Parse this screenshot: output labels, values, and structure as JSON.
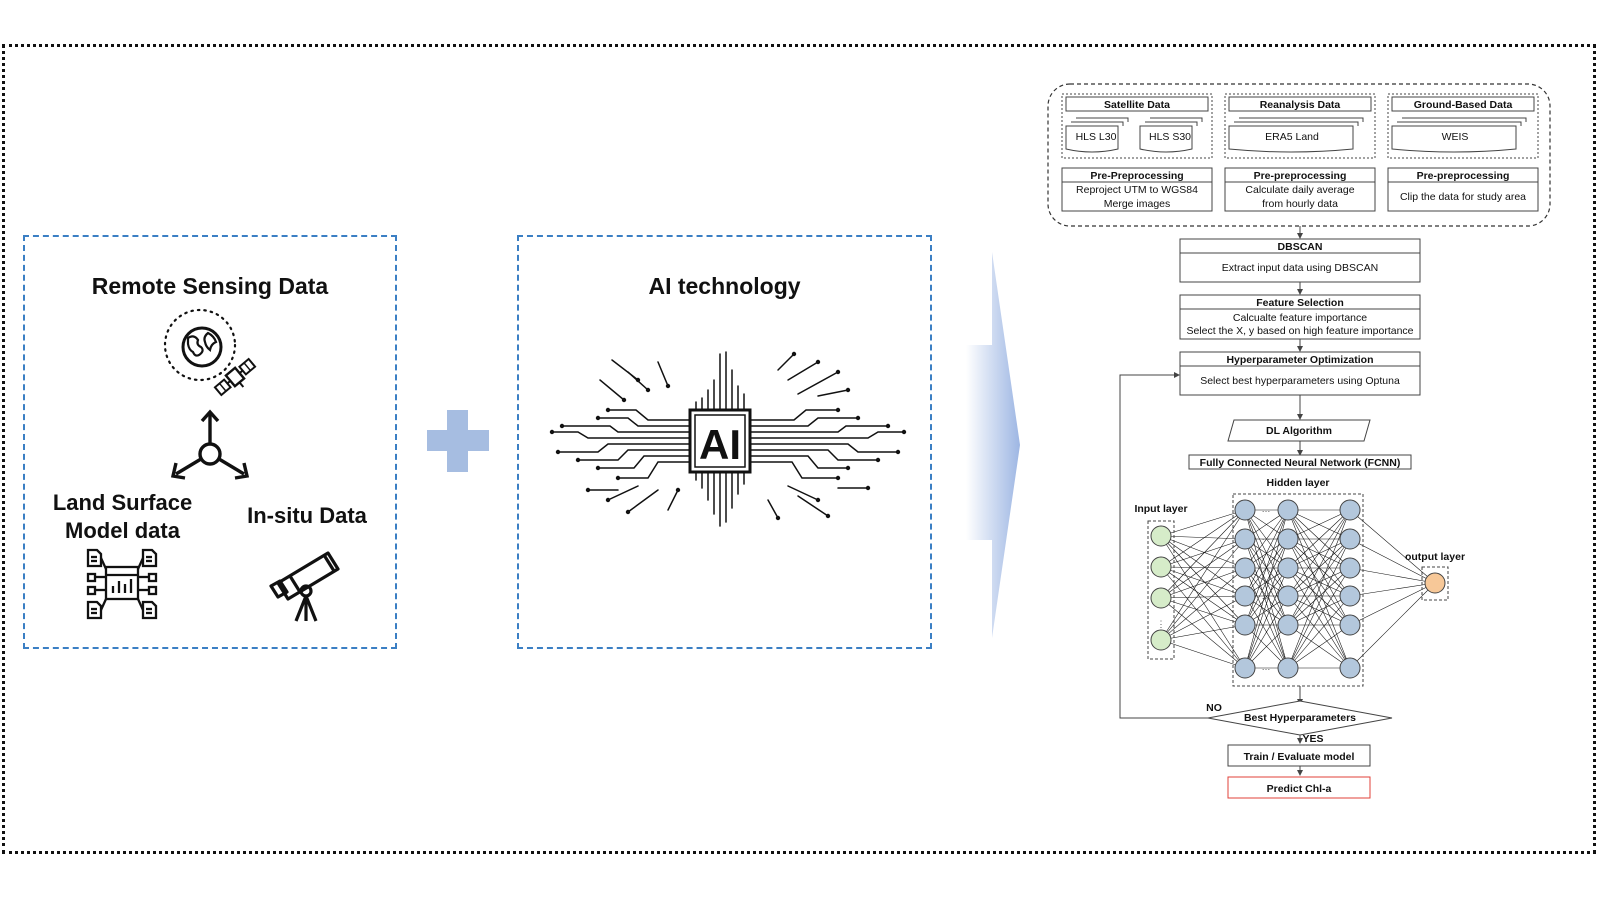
{
  "left_panel": {
    "title": "Remote Sensing Data",
    "land_surface_label": "Land Surface\nModel data",
    "insitu_label": "In-situ Data"
  },
  "middle_panel": {
    "title": "AI technology",
    "chip_label": "AI"
  },
  "workflow": {
    "sources": [
      {
        "header": "Satellite Data",
        "items": [
          "HLS L30",
          "HLS S30"
        ],
        "prep_title": "Pre-Preprocessing",
        "prep_lines": [
          "Reproject UTM to WGS84",
          "Merge images"
        ]
      },
      {
        "header": "Reanalysis Data",
        "items": [
          "ERA5 Land"
        ],
        "prep_title": "Pre-preprocessing",
        "prep_lines": [
          "Calculate daily average",
          "from hourly data"
        ]
      },
      {
        "header": "Ground-Based Data",
        "items": [
          "WEIS"
        ],
        "prep_title": "Pre-preprocessing",
        "prep_lines": [
          "Clip the data for study area"
        ]
      }
    ],
    "dbscan_title": "DBSCAN",
    "dbscan_text": "Extract input data using DBSCAN",
    "feature_title": "Feature Selection",
    "feature_lines": [
      "Calcualte feature importance",
      "Select the X, y based on high feature importance"
    ],
    "hyper_title": "Hyperparameter Optimization",
    "hyper_text": "Select best hyperparameters using Optuna",
    "dl_algorithm": "DL Algorithm",
    "fcnn_title": "Fully Connected Neural Network (FCNN)",
    "hidden_layer": "Hidden layer",
    "input_layer": "Input layer",
    "output_layer": "output layer",
    "decision": "Best Hyperparameters",
    "no_label": "NO",
    "yes_label": "YES",
    "train": "Train / Evaluate model",
    "predict": "Predict Chl-a",
    "colors": {
      "input_node": "#d6ecc9",
      "hidden_node": "#b3c7dc",
      "output_node": "#f7c898",
      "predict_border": "#e0403a"
    }
  }
}
